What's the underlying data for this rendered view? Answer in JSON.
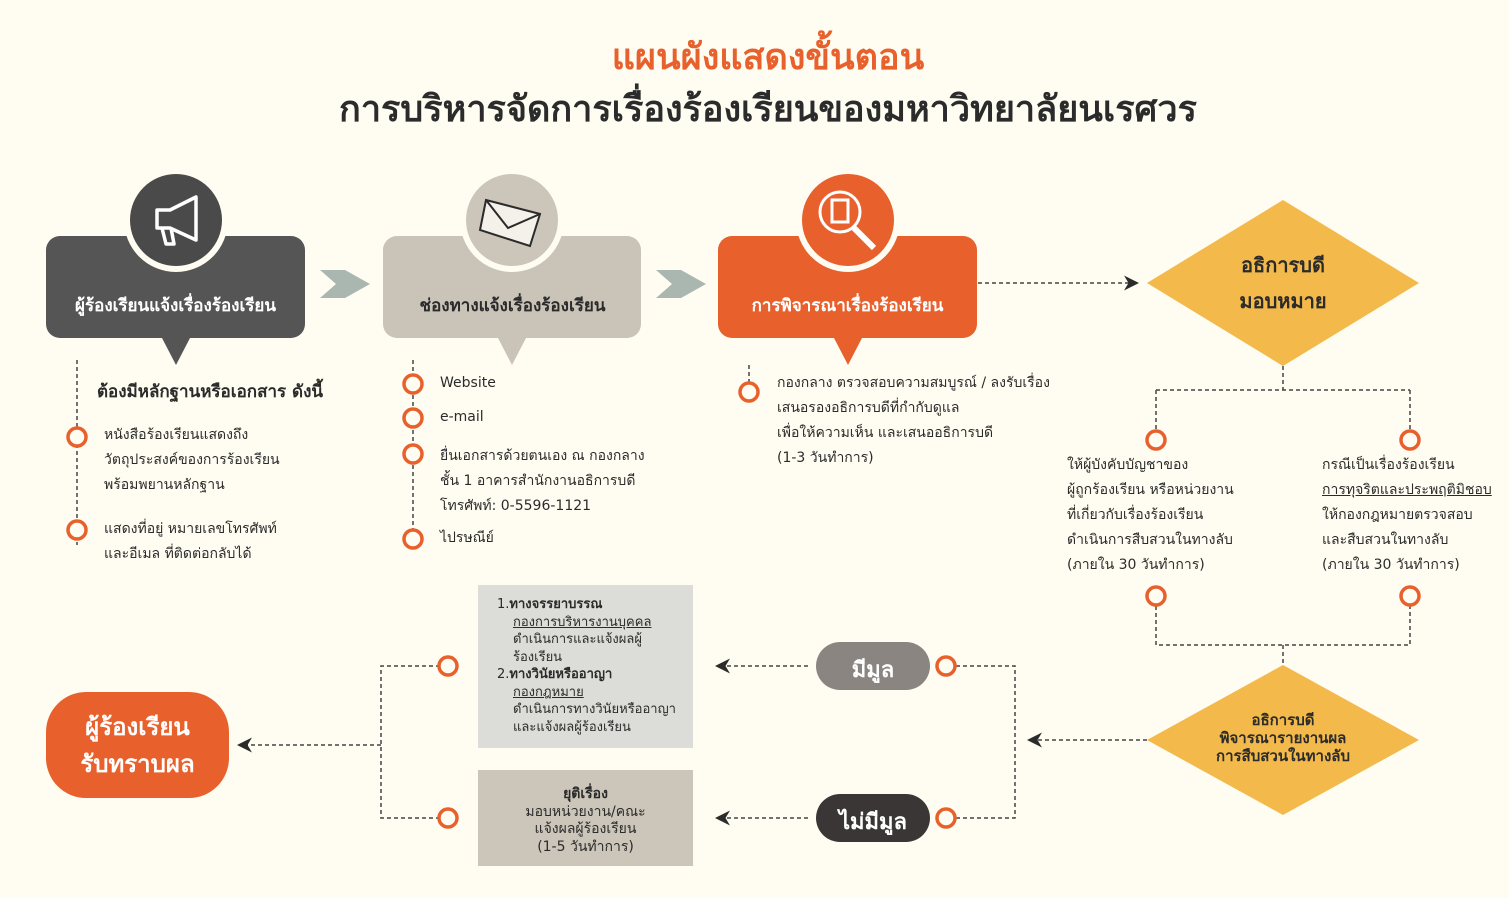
{
  "title": {
    "line1": "แผนผังแสดงขั้นตอน",
    "line2": "การบริหารจัดการเรื่องร้องเรียนของมหาวิทยาลัยนเรศวร"
  },
  "colors": {
    "orange": "#e8602c",
    "dark": "#555555",
    "beige": "#c9c3b8",
    "yellow": "#f3b94a",
    "background": "#fffdf2"
  },
  "steps": [
    {
      "label": "ผู้ร้องเรียนแจ้งเรื่องร้องเรียน",
      "icon": "megaphone-icon"
    },
    {
      "label": "ช่องทางแจ้งเรื่องร้องเรียน",
      "icon": "envelope-icon"
    },
    {
      "label": "การพิจารณาเรื่องร้องเรียน",
      "icon": "magnifier-document-icon"
    }
  ],
  "evidence": {
    "heading": "ต้องมีหลักฐานหรือเอกสาร ดังนี้",
    "items": [
      [
        "หนังสือร้องเรียนแสดงถึง",
        "วัตถุประสงค์ของการร้องเรียน",
        "พร้อมพยานหลักฐาน"
      ],
      [
        "แสดงที่อยู่ หมายเลขโทรศัพท์",
        "และอีเมล ที่ติดต่อกลับได้"
      ]
    ]
  },
  "channels": {
    "items": [
      [
        "Website"
      ],
      [
        "e-mail"
      ],
      [
        "ยื่นเอกสารด้วยตนเอง ณ กองกลาง",
        "ชั้น 1 อาคารสำนักงานอธิการบดี",
        "โทรศัพท์: 0-5596-1121"
      ],
      [
        "ไปรษณีย์"
      ]
    ]
  },
  "consideration": {
    "lines": [
      "กองกลาง ตรวจสอบความสมบูรณ์ / ลงรับเรื่อง",
      "เสนอรองอธิการบดีที่กำกับดูแล",
      "เพื่อให้ความเห็น และเสนออธิการบดี",
      "(1-3 วันทำการ)"
    ]
  },
  "president_assign": {
    "line1": "อธิการบดี",
    "line2": "มอบหมาย"
  },
  "branch_left": [
    "ให้ผู้บังคับบัญชาของ",
    "ผู้ถูกร้องเรียน หรือหน่วยงาน",
    "ที่เกี่ยวกับเรื่องร้องเรียน",
    "ดำเนินการสืบสวนในทางลับ",
    "(ภายใน 30 วันทำการ)"
  ],
  "branch_right": {
    "line1": "กรณีเป็นเรื่องร้องเรียน",
    "line2_underlined": "การทุจริตและประพฤติมิชอบ",
    "line3": "ให้กองกฎหมายตรวจสอบ",
    "line4": "และสืบสวนในทางลับ",
    "line5": "(ภายใน 30 วันทำการ)"
  },
  "president_review": {
    "line1": "อธิการบดี",
    "line2": "พิจารณารายงานผล",
    "line3": "การสืบสวนในทางลับ"
  },
  "outcomes": {
    "valid": "มีมูล",
    "invalid": "ไม่มีมูล"
  },
  "valid_actions": {
    "item1": {
      "num": "1.",
      "title": "ทางจรรยาบรรณ",
      "unit": "กองการบริหารงานบุคคล",
      "desc1": "ดำเนินการและแจ้งผลผู้",
      "desc2": "ร้องเรียน"
    },
    "item2": {
      "num": "2.",
      "title": "ทางวินัยหรืออาญา",
      "unit": "กองกฎหมาย",
      "desc1": "ดำเนินการทางวินัยหรืออาญา",
      "desc2": "และแจ้งผลผู้ร้องเรียน"
    }
  },
  "invalid_action": {
    "title": "ยุติเรื่อง",
    "line1": "มอบหน่วยงาน/คณะ",
    "line2": "แจ้งผลผู้ร้องเรียน",
    "line3": "(1-5 วันทำการ)"
  },
  "final": {
    "line1": "ผู้ร้องเรียน",
    "line2": "รับทราบผล"
  }
}
